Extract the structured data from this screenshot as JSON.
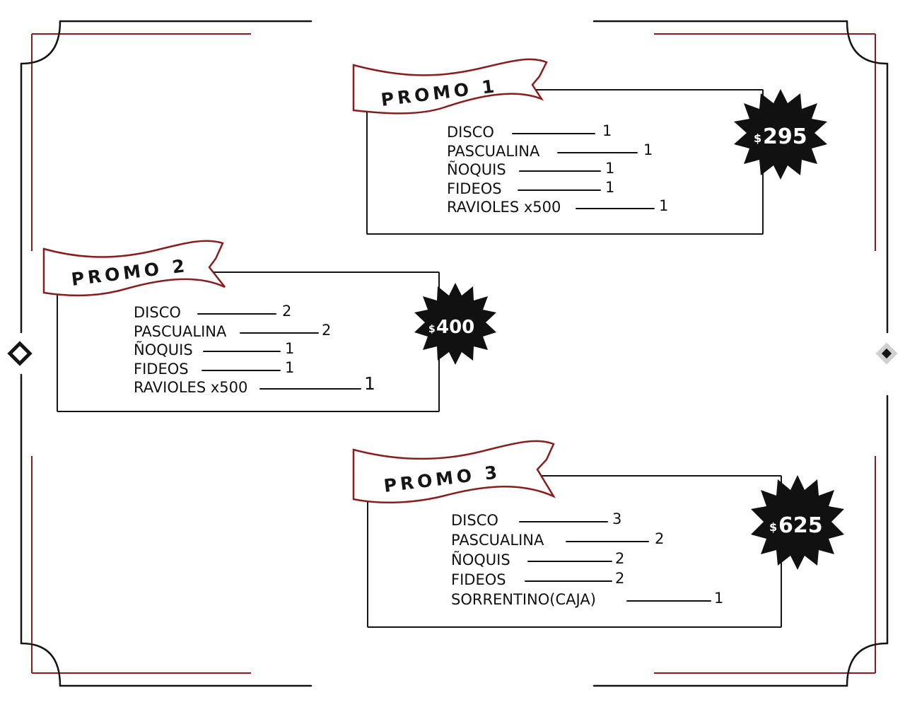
{
  "colors": {
    "accent": "#8b1c1c",
    "ink": "#151515",
    "background": "#ffffff"
  },
  "promos": [
    {
      "title": "PROMO 1",
      "price": "$295",
      "price_currency": "$",
      "price_amount": "295",
      "items": [
        {
          "name": "DISCO",
          "qty": "1"
        },
        {
          "name": "PASCUALINA",
          "qty": "1"
        },
        {
          "name": "ÑOQUIS",
          "qty": "1"
        },
        {
          "name": "FIDEOS",
          "qty": "1"
        },
        {
          "name": "RAVIOLES x500",
          "qty": "1"
        }
      ]
    },
    {
      "title": "PROMO 2",
      "price": "$400",
      "price_currency": "$",
      "price_amount": "400",
      "items": [
        {
          "name": "DISCO",
          "qty": "2"
        },
        {
          "name": "PASCUALINA",
          "qty": "2"
        },
        {
          "name": "ÑOQUIS",
          "qty": "1"
        },
        {
          "name": "FIDEOS",
          "qty": "1"
        },
        {
          "name": "RAVIOLES x500",
          "qty": "1"
        }
      ]
    },
    {
      "title": "PROMO 3",
      "price": "$625",
      "price_currency": "$",
      "price_amount": "625",
      "items": [
        {
          "name": "DISCO",
          "qty": "3"
        },
        {
          "name": "PASCUALINA",
          "qty": "2"
        },
        {
          "name": "ÑOQUIS",
          "qty": "2"
        },
        {
          "name": "FIDEOS",
          "qty": "2"
        },
        {
          "name": "SORRENTINO(CAJA)",
          "qty": "1"
        }
      ]
    }
  ]
}
